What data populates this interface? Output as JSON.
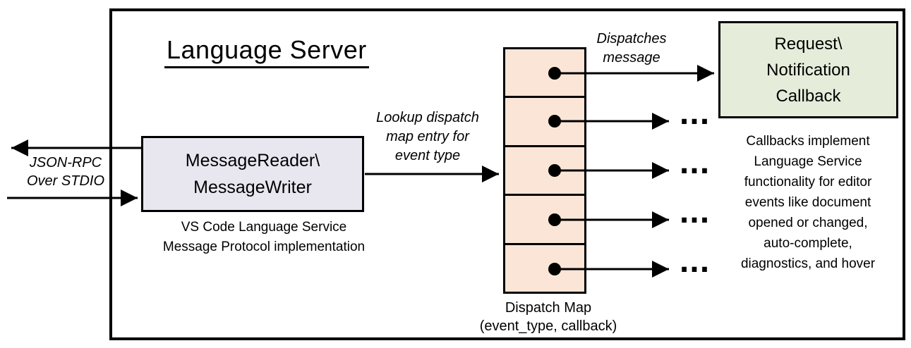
{
  "diagram": {
    "title": "Language Server",
    "io_label": "JSON-RPC\nOver STDIO",
    "message_box": {
      "label": "MessageReader\\\nMessageWriter",
      "caption": "VS Code Language Service\nMessage Protocol implementation"
    },
    "lookup_label": "Lookup dispatch\nmap entry for\nevent type",
    "dispatches_label": "Dispatches\nmessage",
    "dispatch_map": {
      "caption": "Dispatch Map\n(event_type, callback)",
      "cell_count": 5,
      "cell_tuple": "(event_type, callback)"
    },
    "callback_box": {
      "label": "Request\\\nNotification\nCallback"
    },
    "callbacks_note": "Callbacks implement\nLanguage Service\nfunctionality for editor\nevents like document\nopened or changed,\nauto-complete,\ndiagnostics, and hover",
    "ellipsis": "...",
    "colors": {
      "message_box_fill": "#e8e7f0",
      "dispatch_map_fill": "#fbe5d6",
      "callback_box_fill": "#e5edda",
      "line": "#000000",
      "background": "#ffffff"
    }
  }
}
